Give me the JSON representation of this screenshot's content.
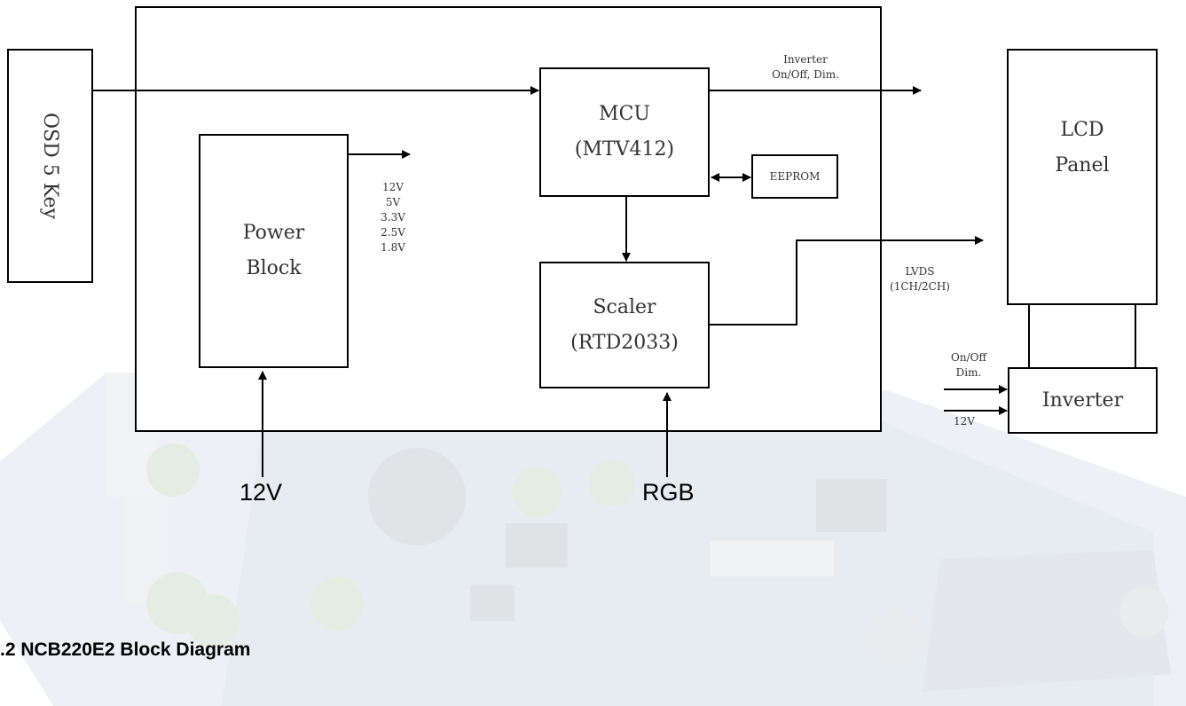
{
  "caption": ".2 NCB220E2 Block Diagram",
  "blocks": {
    "osd": "OSD 5 Key",
    "mcu": {
      "line1": "MCU",
      "line2": "(MTV412)"
    },
    "eeprom": "EEPROM",
    "power": {
      "line1": "Power",
      "line2": "Block"
    },
    "scaler": {
      "line1": "Scaler",
      "line2": "(RTD2033)"
    },
    "lcd": {
      "line1": "LCD",
      "line2": "Panel"
    },
    "inverter": "Inverter"
  },
  "labels": {
    "inverter_ctrl": {
      "line1": "Inverter",
      "line2": "On/Off, Dim."
    },
    "voltages": [
      "12V",
      "5V",
      "3.3V",
      "2.5V",
      "1.8V"
    ],
    "lvds": {
      "line1": "LVDS",
      "line2": "(1CH/2CH)"
    },
    "onoff_dim": {
      "line1": "On/Off",
      "line2": "Dim."
    },
    "inv_12v": "12V",
    "power_in": "12V",
    "rgb_in": "RGB"
  }
}
